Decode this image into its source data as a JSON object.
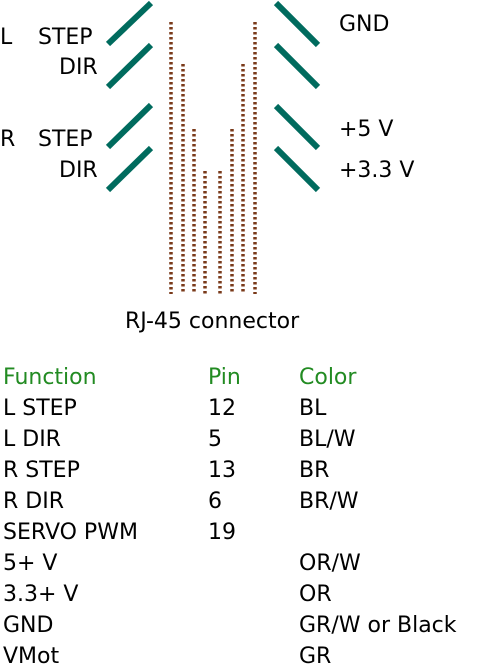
{
  "diagram": {
    "left_labels": {
      "L": "L",
      "l_step": "STEP",
      "l_dir": "DIR",
      "R": "R",
      "r_step": "STEP",
      "r_dir": "DIR"
    },
    "right_labels": {
      "gnd": "GND",
      "v5": "+5 V",
      "v33": "+3.3 V"
    },
    "connector_label": "RJ-45 connector",
    "colors": {
      "wire": "#006b5e",
      "pin_dots": "#7a3a1a",
      "header_text": "#228b22"
    }
  },
  "table": {
    "headers": {
      "function": "Function",
      "pin": "Pin",
      "color": "Color"
    },
    "rows": [
      {
        "function": "L STEP",
        "pin": "12",
        "color": "BL"
      },
      {
        "function": "L DIR",
        "pin": "5",
        "color": "BL/W"
      },
      {
        "function": "R STEP",
        "pin": "13",
        "color": "BR"
      },
      {
        "function": "R DIR",
        "pin": "6",
        "color": "BR/W"
      },
      {
        "function": "SERVO PWM",
        "pin": "19",
        "color": ""
      },
      {
        "function": "5+ V",
        "pin": "",
        "color": "OR/W"
      },
      {
        "function": "3.3+ V",
        "pin": "",
        "color": "OR"
      },
      {
        "function": "GND",
        "pin": "",
        "color": "GR/W or Black"
      },
      {
        "function": "VMot",
        "pin": "",
        "color": "GR"
      }
    ]
  }
}
